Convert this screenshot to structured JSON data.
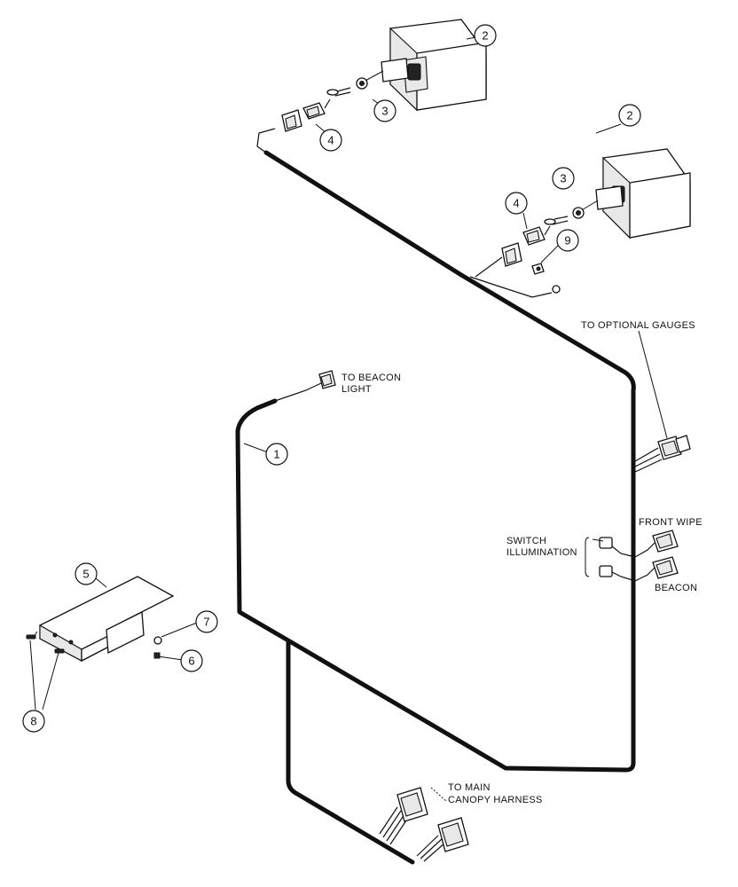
{
  "callouts": {
    "c1": "1",
    "c2a": "2",
    "c2b": "2",
    "c3a": "3",
    "c3b": "3",
    "c4a": "4",
    "c4b": "4",
    "c5": "5",
    "c6": "6",
    "c7": "7",
    "c8": "8",
    "c9": "9"
  },
  "labels": {
    "beacon_light_1": "TO BEACON",
    "beacon_light_2": "LIGHT",
    "optional_gauges": "TO OPTIONAL GAUGES",
    "front_wipe": "FRONT WIPE",
    "switch_illum_1": "SWITCH",
    "switch_illum_2": "ILLUMINATION",
    "beacon": "BEACON",
    "main_canopy_1": "TO MAIN",
    "main_canopy_2": "CANOPY HARNESS"
  }
}
